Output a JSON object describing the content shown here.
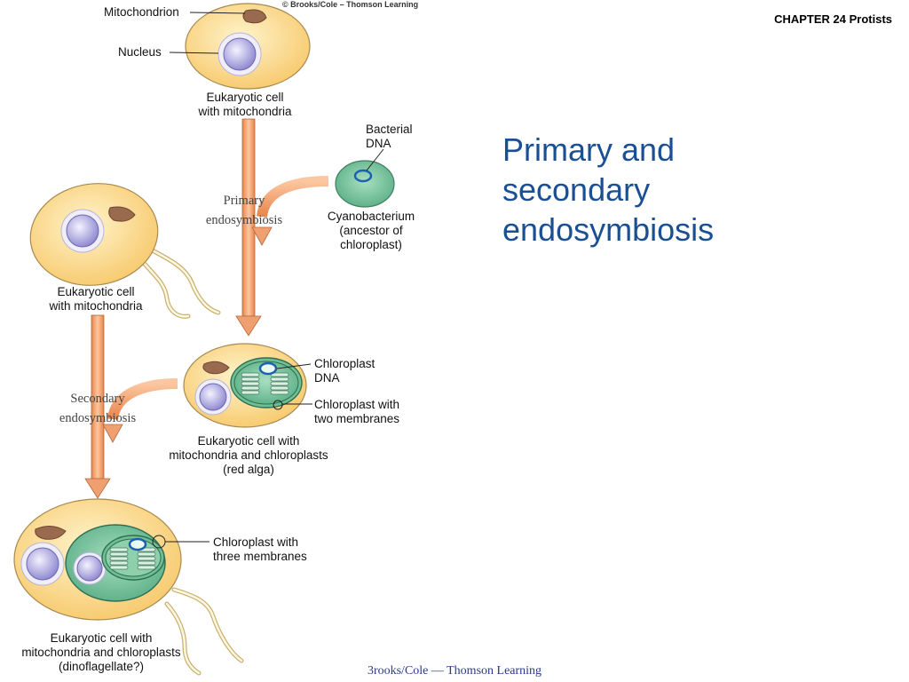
{
  "header": {
    "chapter": "CHAPTER 24 Protists",
    "copyright": "© Brooks/Cole – Thomson Learning"
  },
  "slide": {
    "title": "Primary and\nsecondary\nendosymbiosis"
  },
  "footer": {
    "credit": "3rooks/Cole — Thomson Learning"
  },
  "diagram": {
    "labels": {
      "mitochondrion": "Mitochondrion",
      "nucleus": "Nucleus",
      "cell1": "Eukaryotic cell\nwith mitochondria",
      "bacterial_dna": "Bacterial\nDNA",
      "cyanobacterium": "Cyanobacterium\n(ancestor of\nchloroplast)",
      "primary": "Primary\nendosymbiosis",
      "cell2": "Eukaryotic cell\nwith mitochondria",
      "secondary": "Secondary\nendosymbiosis",
      "chloroplast_dna": "Chloroplast\nDNA",
      "chloroplast_two": "Chloroplast with\ntwo membranes",
      "red_alga": "Eukaryotic cell with\nmitochondria and chloroplasts\n(red alga)",
      "chloroplast_three": "Chloroplast with\nthree membranes",
      "dinoflagellate": "Eukaryotic cell with\nmitochondria and chloroplasts\n(dinoflagellate?)"
    },
    "colors": {
      "cell_fill": "#fbd88a",
      "cell_stroke": "#a88a50",
      "nucleus": "#a8a3dc",
      "mitochondrion": "#9a6a4e",
      "chloroplast": "#7ec9a2",
      "arrow": "#f2a06e",
      "dna": "#1e5fb0"
    }
  }
}
